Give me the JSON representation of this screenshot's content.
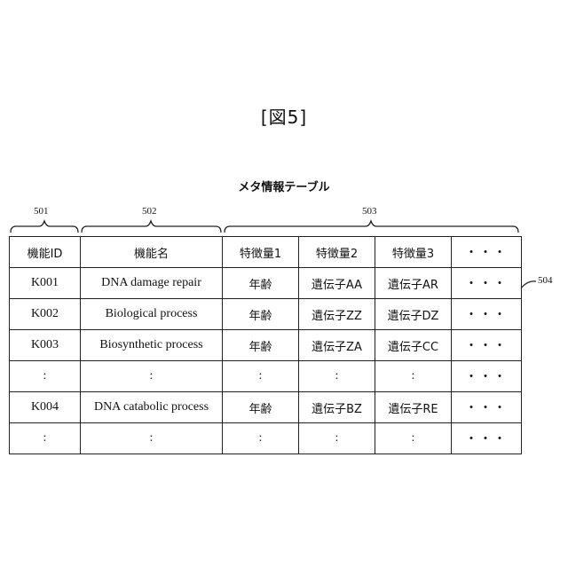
{
  "figure_label": "[図5]",
  "table_title": "メタ情報テーブル",
  "refs": {
    "r501": "501",
    "r502": "502",
    "r503": "503",
    "r504": "504"
  },
  "headers": [
    "機能ID",
    "機能名",
    "特徴量1",
    "特徴量2",
    "特徴量3",
    "・・・"
  ],
  "rows": [
    [
      "K001",
      "DNA damage repair",
      "年齢",
      "遺伝子AA",
      "遺伝子AR",
      "・・・"
    ],
    [
      "K002",
      "Biological process",
      "年齢",
      "遺伝子ZZ",
      "遺伝子DZ",
      "・・・"
    ],
    [
      "K003",
      "Biosynthetic process",
      "年齢",
      "遺伝子ZA",
      "遺伝子CC",
      "・・・"
    ],
    [
      ":",
      ":",
      ":",
      ":",
      ":",
      "・・・"
    ],
    [
      "K004",
      "DNA catabolic process",
      "年齢",
      "遺伝子BZ",
      "遺伝子RE",
      "・・・"
    ],
    [
      ":",
      ":",
      ":",
      ":",
      ":",
      "・・・"
    ]
  ]
}
